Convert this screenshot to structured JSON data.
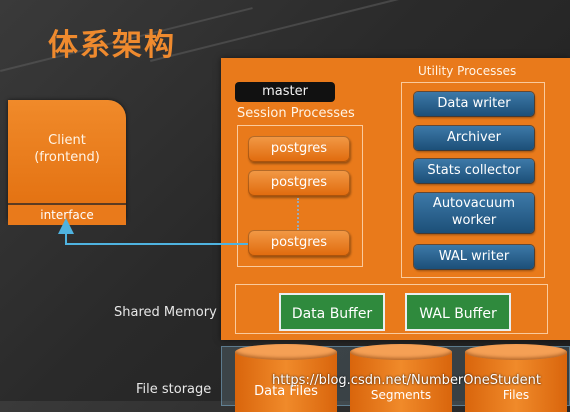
{
  "title": "体系架构",
  "client": {
    "label": "Client\n(frontend)",
    "interface": "interface"
  },
  "server": {
    "master": "master",
    "session_label": "Session Processes",
    "session_processes": [
      "postgres",
      "postgres",
      "postgres"
    ],
    "utility_label": "Utility Processes",
    "utility_processes": [
      "Data writer",
      "Archiver",
      "Stats collector",
      "Autovacuum\nworker",
      "WAL writer"
    ]
  },
  "shared_memory": {
    "label": "Shared Memory",
    "buffers": [
      "Data Buffer",
      "WAL Buffer"
    ]
  },
  "file_storage": {
    "label": "File storage",
    "items": [
      "Data Files",
      "Segments",
      "Files"
    ]
  },
  "watermark": "https://blog.csdn.net/NumberOneStudent",
  "colors": {
    "orange": "#e97a1b",
    "blue_process": "#1c4f78",
    "green_buffer": "#2f8a3d",
    "connector": "#4fb3e0"
  }
}
